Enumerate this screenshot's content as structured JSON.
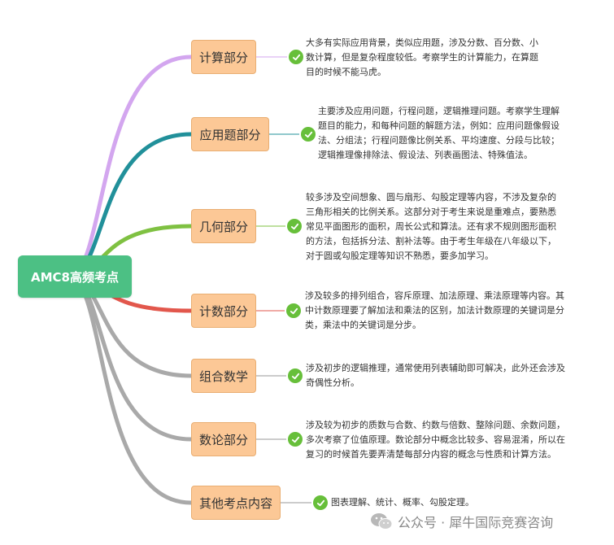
{
  "root": {
    "label": "AMC8高频考点"
  },
  "topics": [
    {
      "label": "计算部分",
      "color": "#d3a6ef",
      "text": "大多有实际应用背景，类似应用题，涉及分数、百分数、小\n数计算，但是复杂程度较低。考察学生的计算能力，在算题\n目的时候不能马虎。"
    },
    {
      "label": "应用题部分",
      "color": "#21909a",
      "text": "主要涉及应用问题，行程问题，逻辑推理问题。考察学生理解\n题目的能力，和每种问题的解题方法，例如：应用问题像假设\n法、分组法；行程问题像比例关系、平均速度、分段与比较；\n逻辑推理像排除法、假设法、列表画图法、特殊值法。"
    },
    {
      "label": "几何部分",
      "color": "#7fc142",
      "text": "较多涉及空间想象、圆与扇形、勾股定理等内容，不涉及复杂的\n三角形相关的比例关系。这部分对于考生来说是重难点，要熟悉\n常见平面图形的面积，周长公式和算法。还有求不规则图形面积\n的方法，包括拆分法、割补法等。由于考生年级在八年级以下，\n对于圆或勾股定理等知识不熟悉，要多加学习。"
    },
    {
      "label": "计数部分",
      "color": "#e2574c",
      "text": "涉及较多的排列组合，容斥原理、加法原理、乘法原理等内容。其\n中计数原理要了解加法和乘法的区别，加法计数原理的关键词是分\n类，乘法中的关键词是分步。"
    },
    {
      "label": "组合数学",
      "color": "#a9a9a9",
      "text": "涉及初步的逻辑推理，通常使用列表辅助即可解决，此外还会涉及\n奇偶性分析。"
    },
    {
      "label": "数论部分",
      "color": "#a9a9a9",
      "text": "涉及较为初步的质数与合数、约数与倍数、整除问题、余数问题，\n多次考察了位值原理。数论部分中概念比较多、容易混淆，所以在\n复习的时候首先要弄清楚每部分内容的概念与性质和计算方法。"
    },
    {
      "label": "其他考点内容",
      "color": "#a9a9a9",
      "text": "图表理解、统计、概率、勾股定理。"
    }
  ],
  "watermark": {
    "text": "公众号 · 犀牛国际竞赛咨询",
    "icon": "wechat-icon"
  },
  "icons": {
    "check": "check-circle-icon"
  }
}
